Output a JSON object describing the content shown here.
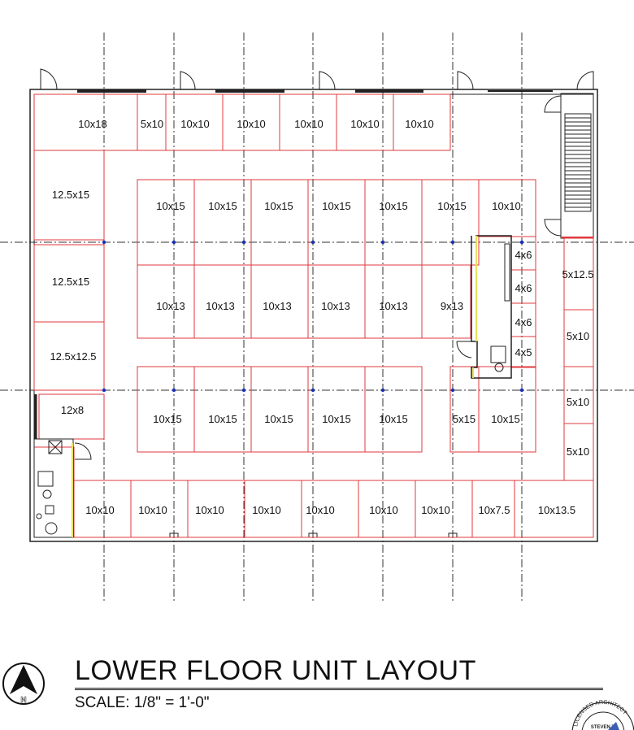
{
  "title": "LOWER FLOOR UNIT LAYOUT",
  "scale": "SCALE: 1/8\" = 1'-0\"",
  "north_label": "N",
  "seal": {
    "line1": "LICENSED ARCHITECT",
    "line2": "STEVEN T."
  },
  "colors": {
    "walls": "#222222",
    "units": "#e0383c",
    "grid": "#333333",
    "columns": "#1a2fb5",
    "accent": "#e8e060"
  },
  "units": [
    "10x18",
    "5x10",
    "10x10",
    "10x10",
    "10x10",
    "10x10",
    "10x10",
    "12.5x15",
    "12.5x15",
    "12.5x12.5",
    "12x8",
    "10x15",
    "10x15",
    "10x15",
    "10x15",
    "10x15",
    "10x15",
    "10x10",
    "10x13",
    "10x13",
    "10x13",
    "10x13",
    "10x13",
    "9x13",
    "4x6",
    "4x6",
    "4x6",
    "4x5",
    "5x12.5",
    "5x10",
    "5x10",
    "5x10",
    "10x15",
    "10x15",
    "10x15",
    "10x15",
    "10x15",
    "5x15",
    "10x15",
    "10x10",
    "10x10",
    "10x10",
    "10x10",
    "10x10",
    "10x10",
    "10x10",
    "10x7.5",
    "10x13.5"
  ]
}
